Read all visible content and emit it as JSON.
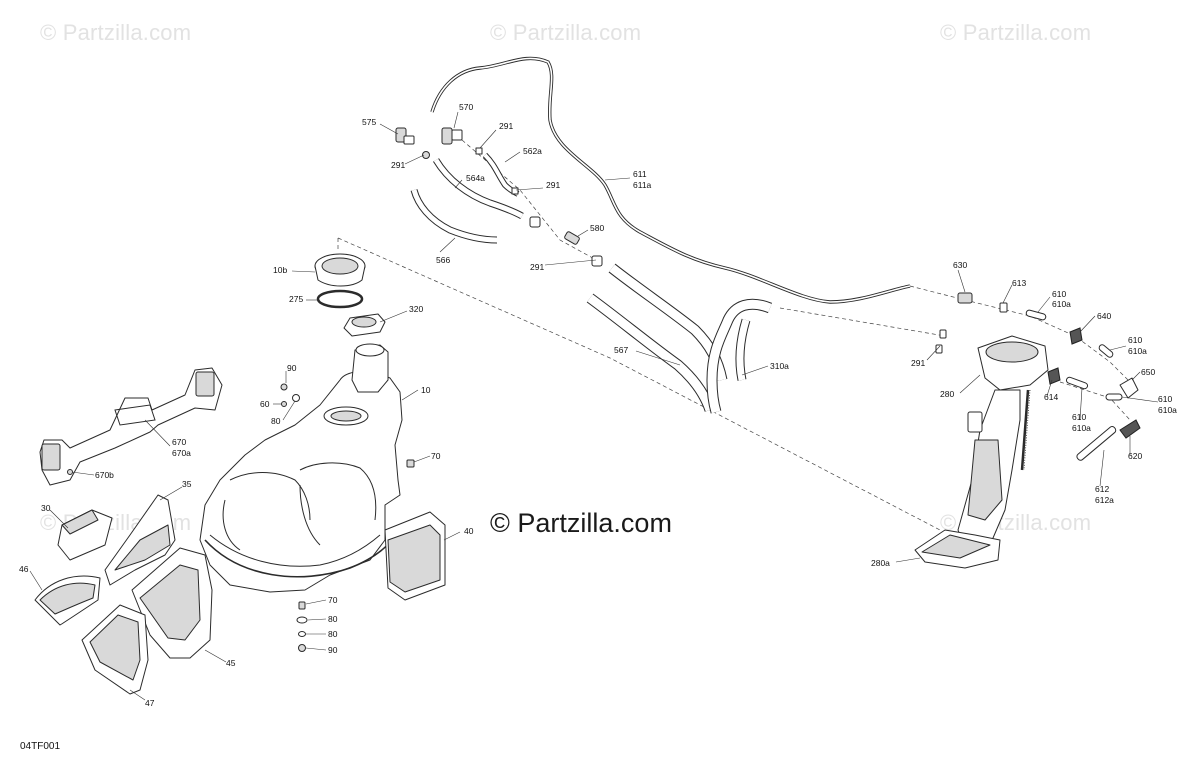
{
  "watermarks": [
    "© Partzilla.com",
    "© Partzilla.com",
    "© Partzilla.com",
    "© Partzilla.com",
    "© Partzilla.com"
  ],
  "center_logo": "© Partzilla.com",
  "drawing_code": "04TF001",
  "callouts": {
    "c575": "575",
    "c570": "570",
    "c291_top": "291",
    "c291_left": "291",
    "c562a": "562a",
    "c291_mid": "291",
    "c564a": "564a",
    "c580": "580",
    "c291_low": "291",
    "c566": "566",
    "c611": "611",
    "c611a": "611a",
    "c10b": "10b",
    "c275": "275",
    "c320": "320",
    "c90_top": "90",
    "c60": "60",
    "c80_top": "80",
    "c10": "10",
    "c70_top": "70",
    "c567": "567",
    "c310a": "310a",
    "c630": "630",
    "c613": "613",
    "c610_1": "610",
    "c610a_1": "610a",
    "c640": "640",
    "c610_2": "610",
    "c610a_2": "610a",
    "c291_right": "291",
    "c280": "280",
    "c614": "614",
    "c650": "650",
    "c610_3": "610",
    "c610a_3": "610a",
    "c610_4": "610",
    "c610a_4": "610a",
    "c620": "620",
    "c612": "612",
    "c612a": "612a",
    "c280a": "280a",
    "c670": "670",
    "c670a": "670a",
    "c670b": "670b",
    "c30": "30",
    "c35": "35",
    "c46": "46",
    "c40": "40",
    "c45": "45",
    "c47": "47",
    "c70_bot": "70",
    "c80_bot1": "80",
    "c80_bot2": "80",
    "c90_bot": "90"
  }
}
